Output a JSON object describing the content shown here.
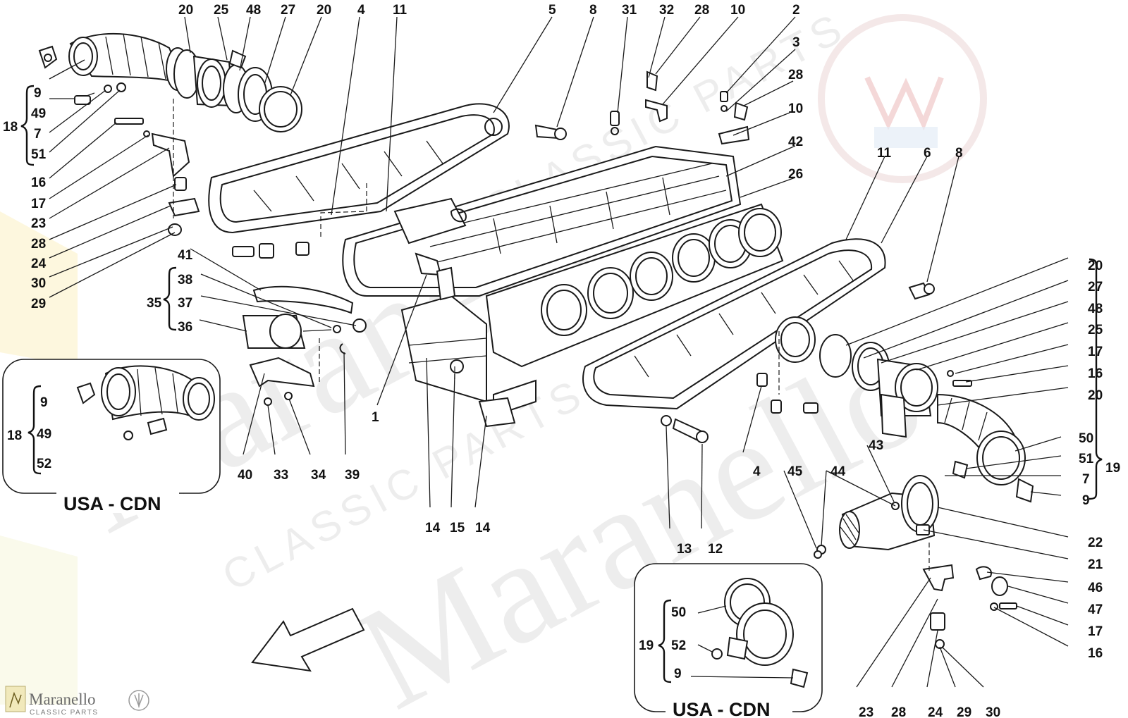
{
  "callouts": [
    {
      "id": "c-20a",
      "label": "20"
    },
    {
      "id": "c-25a",
      "label": "25"
    },
    {
      "id": "c-48a",
      "label": "48"
    },
    {
      "id": "c-27a",
      "label": "27"
    },
    {
      "id": "c-20b",
      "label": "20"
    },
    {
      "id": "c-4a",
      "label": "4"
    },
    {
      "id": "c-11a",
      "label": "11"
    },
    {
      "id": "c-5",
      "label": "5"
    },
    {
      "id": "c-8a",
      "label": "8"
    },
    {
      "id": "c-31",
      "label": "31"
    },
    {
      "id": "c-32",
      "label": "32"
    },
    {
      "id": "c-28a",
      "label": "28"
    },
    {
      "id": "c-10a",
      "label": "10"
    },
    {
      "id": "c-2",
      "label": "2"
    },
    {
      "id": "c-3",
      "label": "3"
    },
    {
      "id": "c-28b",
      "label": "28"
    },
    {
      "id": "c-10b",
      "label": "10"
    },
    {
      "id": "c-42",
      "label": "42"
    },
    {
      "id": "c-26",
      "label": "26"
    },
    {
      "id": "c-11b",
      "label": "11"
    },
    {
      "id": "c-6",
      "label": "6"
    },
    {
      "id": "c-8b",
      "label": "8"
    },
    {
      "id": "c-9a",
      "label": "9"
    },
    {
      "id": "c-49a",
      "label": "49"
    },
    {
      "id": "c-7a",
      "label": "7"
    },
    {
      "id": "c-51a",
      "label": "51"
    },
    {
      "id": "c-18a",
      "label": "18"
    },
    {
      "id": "c-16a",
      "label": "16"
    },
    {
      "id": "c-17a",
      "label": "17"
    },
    {
      "id": "c-23a",
      "label": "23"
    },
    {
      "id": "c-28c",
      "label": "28"
    },
    {
      "id": "c-24a",
      "label": "24"
    },
    {
      "id": "c-30a",
      "label": "30"
    },
    {
      "id": "c-29a",
      "label": "29"
    },
    {
      "id": "c-41",
      "label": "41"
    },
    {
      "id": "c-38",
      "label": "38"
    },
    {
      "id": "c-37",
      "label": "37"
    },
    {
      "id": "c-36",
      "label": "36"
    },
    {
      "id": "c-35",
      "label": "35"
    },
    {
      "id": "c-1",
      "label": "1"
    },
    {
      "id": "c-40",
      "label": "40"
    },
    {
      "id": "c-33",
      "label": "33"
    },
    {
      "id": "c-34",
      "label": "34"
    },
    {
      "id": "c-39",
      "label": "39"
    },
    {
      "id": "c-9b",
      "label": "9"
    },
    {
      "id": "c-49b",
      "label": "49"
    },
    {
      "id": "c-18b",
      "label": "18"
    },
    {
      "id": "c-52a",
      "label": "52"
    },
    {
      "id": "c-14a",
      "label": "14"
    },
    {
      "id": "c-15",
      "label": "15"
    },
    {
      "id": "c-14b",
      "label": "14"
    },
    {
      "id": "c-13",
      "label": "13"
    },
    {
      "id": "c-12",
      "label": "12"
    },
    {
      "id": "c-4b",
      "label": "4"
    },
    {
      "id": "c-45",
      "label": "45"
    },
    {
      "id": "c-44",
      "label": "44"
    },
    {
      "id": "c-43",
      "label": "43"
    },
    {
      "id": "c-20c",
      "label": "20"
    },
    {
      "id": "c-27b",
      "label": "27"
    },
    {
      "id": "c-48b",
      "label": "48"
    },
    {
      "id": "c-25b",
      "label": "25"
    },
    {
      "id": "c-17b",
      "label": "17"
    },
    {
      "id": "c-16b",
      "label": "16"
    },
    {
      "id": "c-20d",
      "label": "20"
    },
    {
      "id": "c-50a",
      "label": "50"
    },
    {
      "id": "c-51b",
      "label": "51"
    },
    {
      "id": "c-7b",
      "label": "7"
    },
    {
      "id": "c-9c",
      "label": "9"
    },
    {
      "id": "c-19a",
      "label": "19"
    },
    {
      "id": "c-22",
      "label": "22"
    },
    {
      "id": "c-21",
      "label": "21"
    },
    {
      "id": "c-46",
      "label": "46"
    },
    {
      "id": "c-47",
      "label": "47"
    },
    {
      "id": "c-17c",
      "label": "17"
    },
    {
      "id": "c-16c",
      "label": "16"
    },
    {
      "id": "c-50b",
      "label": "50"
    },
    {
      "id": "c-19b",
      "label": "19"
    },
    {
      "id": "c-52b",
      "label": "52"
    },
    {
      "id": "c-9d",
      "label": "9"
    },
    {
      "id": "c-23b",
      "label": "23"
    },
    {
      "id": "c-28d",
      "label": "28"
    },
    {
      "id": "c-24b",
      "label": "24"
    },
    {
      "id": "c-29b",
      "label": "29"
    },
    {
      "id": "c-30b",
      "label": "30"
    }
  ],
  "variant_boxes": [
    {
      "id": "left",
      "label": "USA - CDN"
    },
    {
      "id": "right",
      "label": "USA - CDN"
    }
  ],
  "branding": {
    "logo_text": "Maranello",
    "logo_sub": "CLASSIC PARTS",
    "watermark_main": "Maranello",
    "watermark_sub": "CLASSIC PARTS"
  }
}
